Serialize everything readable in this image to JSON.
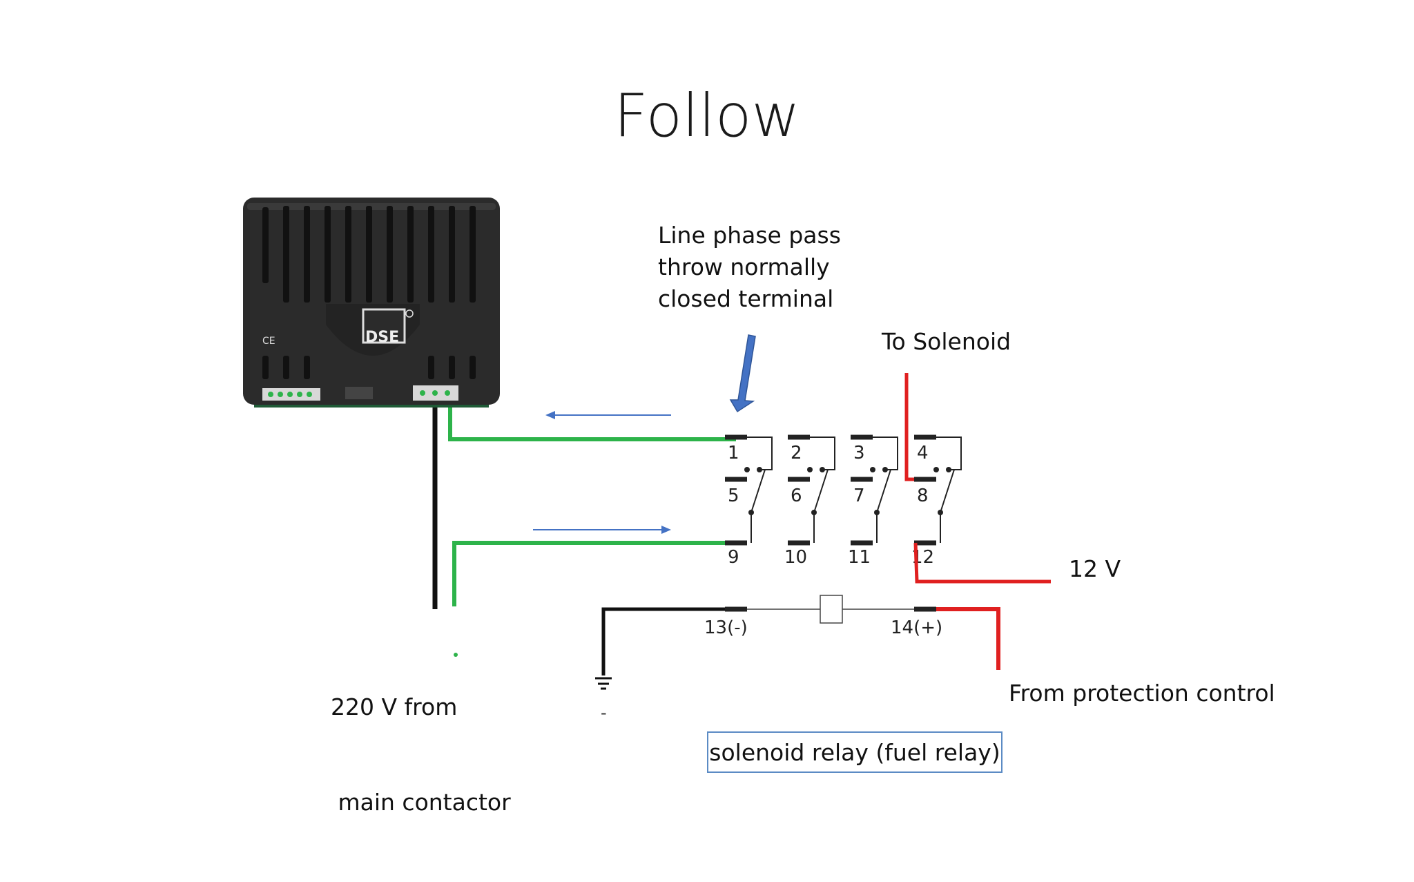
{
  "slide": {
    "title": "Follow",
    "annotations": {
      "line_phase": [
        "Line phase pass",
        "throw normally",
        "closed terminal"
      ],
      "to_solenoid": "To Solenoid",
      "twelve_v": "12 V",
      "from_protection": "From protection control",
      "supply": [
        "220 V from",
        " main contactor"
      ],
      "ground_mark": "-"
    },
    "caption": "solenoid relay (fuel relay)"
  },
  "device": {
    "brand": "DSE",
    "marks": "CE",
    "icon": "dse-charger-module-icon"
  },
  "relay": {
    "terminals": [
      "1",
      "2",
      "3",
      "4",
      "5",
      "6",
      "7",
      "8",
      "9",
      "10",
      "11",
      "12"
    ],
    "coil_terminals": [
      "13(-)",
      "14(+)"
    ]
  },
  "colors": {
    "green_wire": "#2db34a",
    "red_wire": "#e02020",
    "black_wire": "#111111",
    "arrow_blue": "#4472c4",
    "caption_border": "#5b8bc4"
  }
}
